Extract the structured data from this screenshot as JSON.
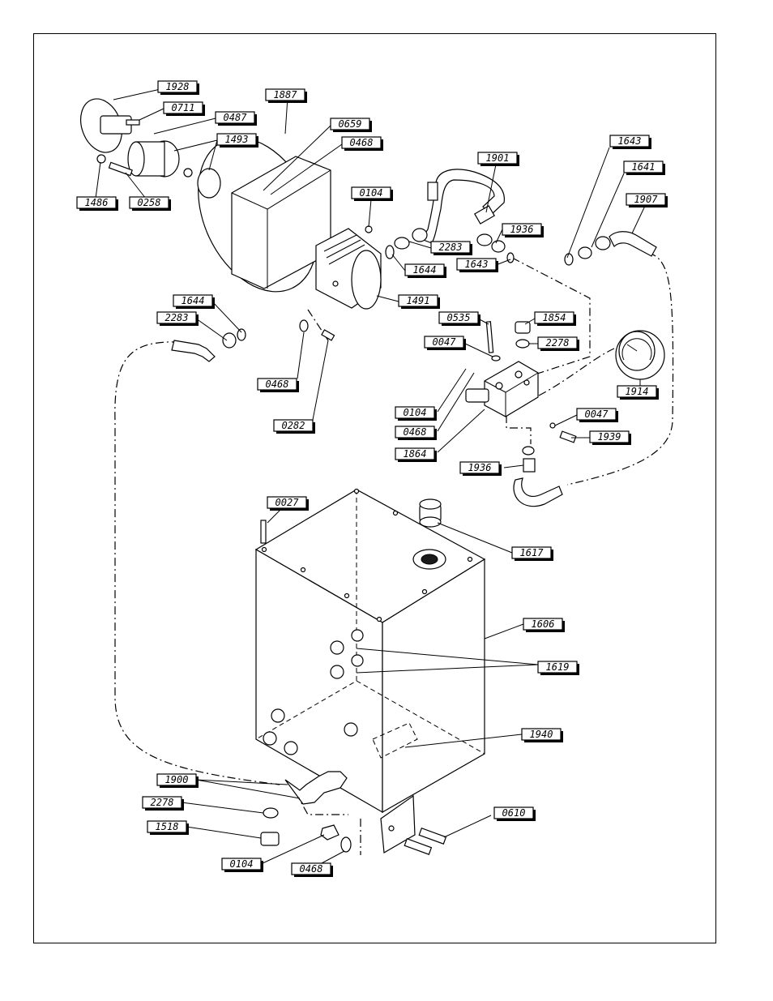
{
  "callouts": {
    "c1928": "1928",
    "c0711": "0711",
    "c0487": "0487",
    "c1887": "1887",
    "c0659": "0659",
    "c0468a": "0468",
    "c1493": "1493",
    "c1486": "1486",
    "c0258": "0258",
    "c0104a": "0104",
    "c1901": "1901",
    "c1643a": "1643",
    "c1641": "1641",
    "c1907": "1907",
    "c1936a": "1936",
    "c2283a": "2283",
    "c1644a": "1644",
    "c1643b": "1643",
    "c1491": "1491",
    "c1644b": "1644",
    "c2283b": "2283",
    "c0535": "0535",
    "c1854": "1854",
    "c0047a": "0047",
    "c2278a": "2278",
    "c1914": "1914",
    "c0468b": "0468",
    "c0282": "0282",
    "c0104b": "0104",
    "c0468c": "0468",
    "c0047b": "0047",
    "c1939": "1939",
    "c1864": "1864",
    "c1936b": "1936",
    "c0027": "0027",
    "c1617": "1617",
    "c1606": "1606",
    "c1619": "1619",
    "c1940": "1940",
    "c1900": "1900",
    "c2278b": "2278",
    "c1518": "1518",
    "c0610": "0610",
    "c0104c": "0104",
    "c0468d": "0468"
  }
}
